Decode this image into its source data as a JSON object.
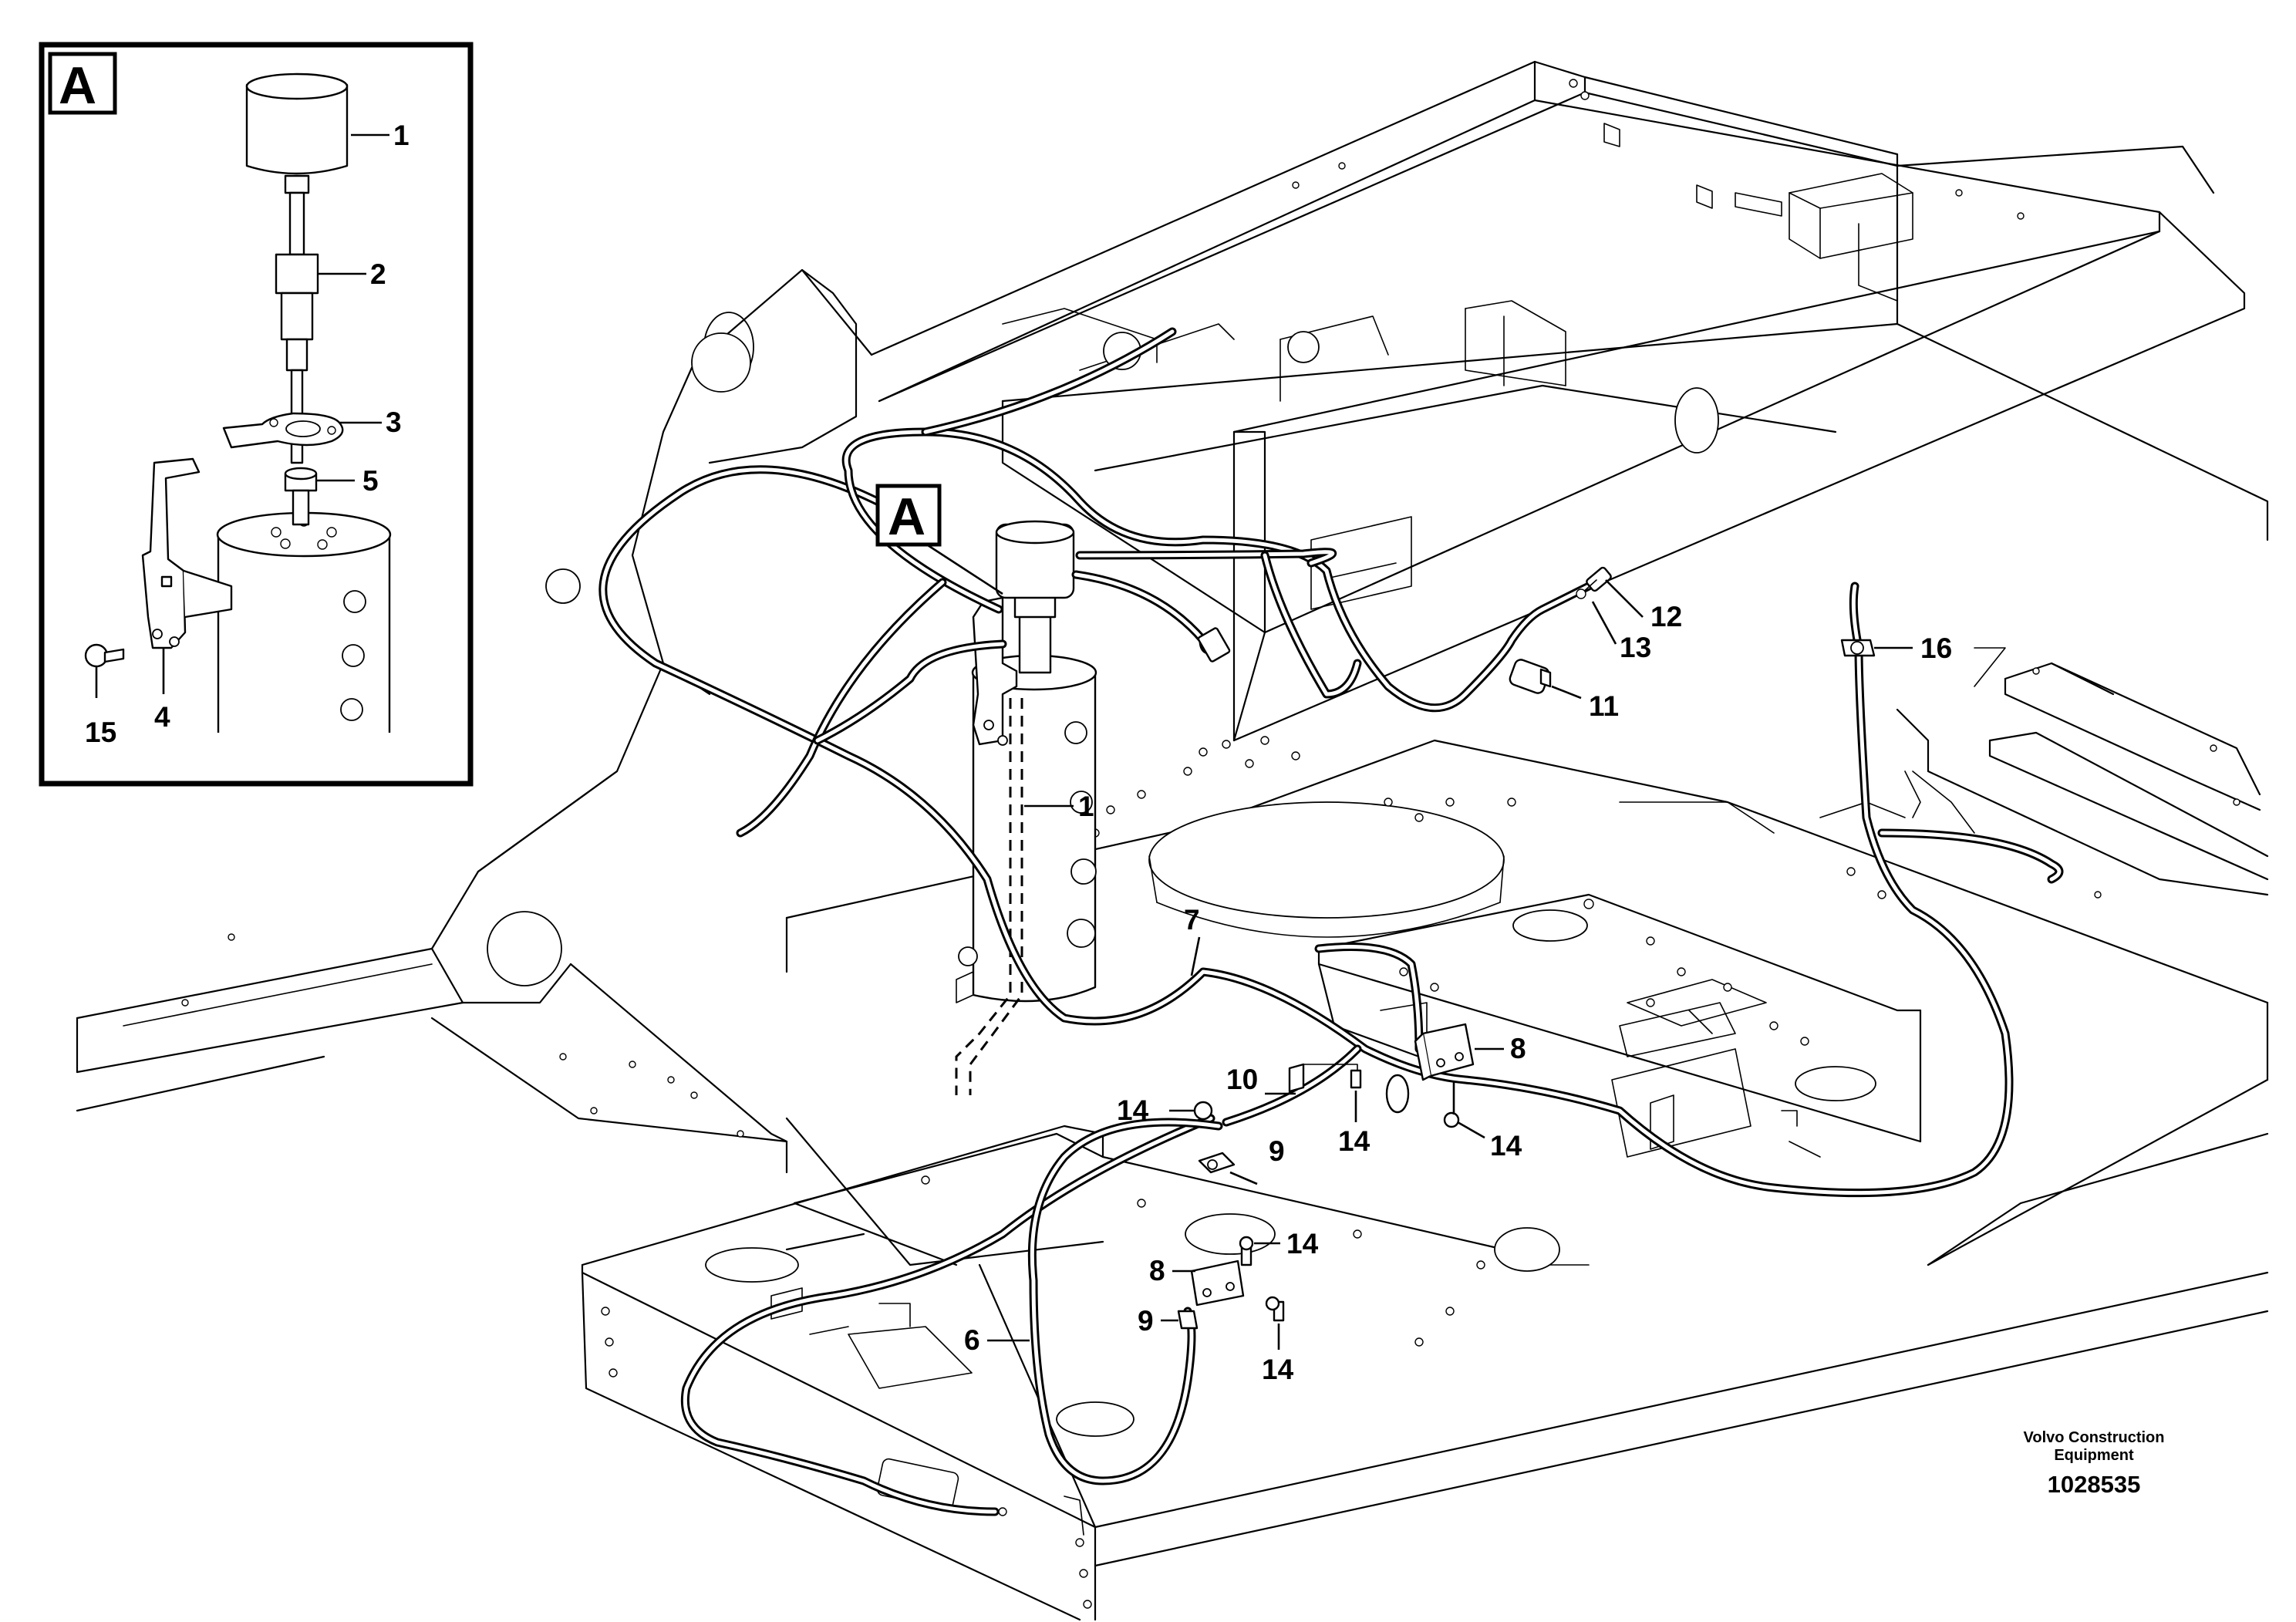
{
  "detail_view": {
    "label": "A"
  },
  "main_view": {
    "label": "A"
  },
  "callouts": {
    "detail": {
      "c1": "1",
      "c2": "2",
      "c3": "3",
      "c5": "5",
      "c4": "4",
      "c15": "15"
    },
    "main": {
      "c1": "1",
      "c7": "7",
      "c8a": "8",
      "c8b": "8",
      "c6": "6",
      "c9a": "9",
      "c9b": "9",
      "c10": "10",
      "c11": "11",
      "c12": "12",
      "c13": "13",
      "c14a": "14",
      "c14b": "14",
      "c14c": "14",
      "c14d": "14",
      "c14e": "14",
      "c16": "16"
    }
  },
  "footer": {
    "company_line1": "Volvo Construction",
    "company_line2": "Equipment",
    "drawing_number": "1028535"
  }
}
